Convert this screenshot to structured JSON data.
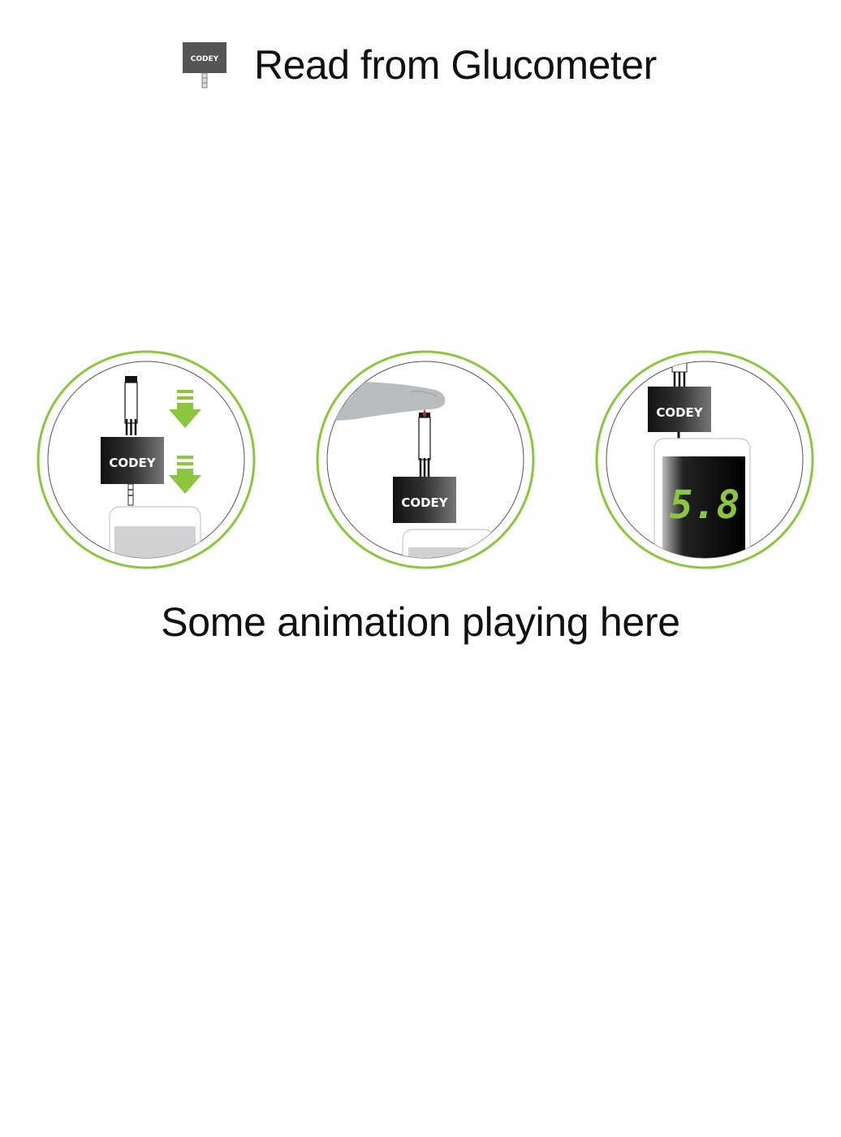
{
  "header": {
    "title": "Read from Glucometer",
    "logo_label": "CODEY"
  },
  "steps": [
    {
      "name": "insert-device",
      "device_label": "CODEY"
    },
    {
      "name": "apply-blood-sample",
      "device_label": "CODEY"
    },
    {
      "name": "view-reading",
      "device_label": "CODEY",
      "reading": "5.8"
    }
  ],
  "caption": "Some animation playing here",
  "colors": {
    "accent_green": "#8cc63f",
    "device_dark": "#1e1e1e",
    "reading_green": "#8cc63f",
    "hand_grey": "#b8bcbe"
  },
  "icons": [
    "codey-device-icon",
    "down-arrow-icon"
  ]
}
